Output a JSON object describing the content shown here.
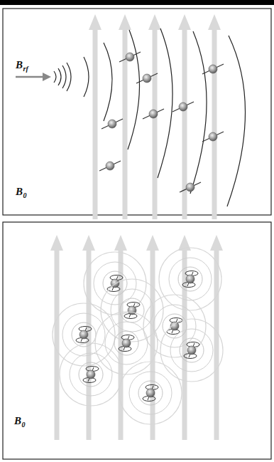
{
  "diagram": {
    "labels": [
      "B",
      "rf",
      "B",
      "0",
      "B",
      "0"
    ]
  }
}
